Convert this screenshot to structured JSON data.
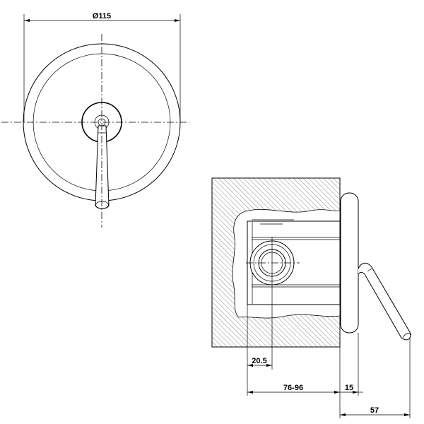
{
  "front_view": {
    "diameter_label": "Ø115"
  },
  "side_view": {
    "dim_offset": "20.5",
    "dim_depth": "76-96",
    "dim_plate": "15",
    "dim_lever": "57"
  },
  "colors": {
    "line": "#000000",
    "background": "#ffffff"
  }
}
